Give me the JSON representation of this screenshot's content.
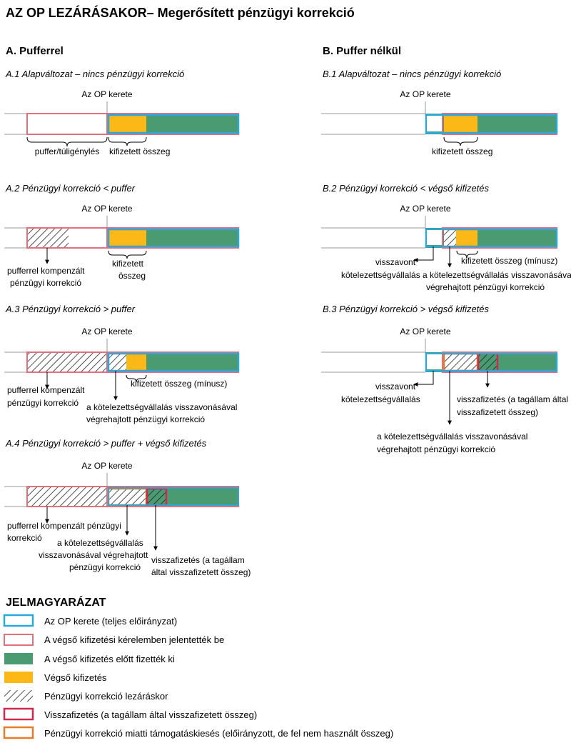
{
  "title": "AZ OP LEZÁRÁSAKOR– Megerősített pénzügyi korrekció",
  "colors": {
    "op_frame": "#29a9dc",
    "reported": "#e0707b",
    "paid_before": "#4a9a72",
    "final_payment": "#fcb816",
    "recovery": "#d0294e",
    "loss": "#e77b27",
    "axis": "#999999"
  },
  "section_a": {
    "heading": "A. Pufferrel",
    "a1": {
      "subtitle": "A.1 Alapváltozat – nincs pénzügyi korrekció",
      "frame_label": "Az OP kerete",
      "buffer_label": "puffer/túligénylés",
      "paid_label": "kifizetett összeg"
    },
    "a2": {
      "subtitle": "A.2 Pénzügyi korrekció < puffer",
      "frame_label": "Az OP kerete",
      "compensated_label": [
        "pufferrel kompenzált",
        "pénzügyi korrekció"
      ],
      "paid_label": [
        "kifizetett",
        "összeg"
      ]
    },
    "a3": {
      "subtitle": "A.3 Pénzügyi korrekció > puffer",
      "frame_label": "Az OP kerete",
      "compensated_label": [
        "pufferrel kompenzált",
        "pénzügyi korrekció"
      ],
      "paid_label": "kifizetett összeg (mínusz)",
      "withdrawal_correction_label": [
        "a kötelezettségvállalás visszavonásával",
        "végrehajtott pénzügyi korrekció"
      ]
    },
    "a4": {
      "subtitle": "A.4 Pénzügyi korrekció > puffer + végső kifizetés",
      "frame_label": "Az OP kerete",
      "compensated_label": [
        "pufferrel kompenzált pénzügyi",
        "korrekció"
      ],
      "withdrawal_correction_label": [
        "a kötelezettségvállalás",
        "visszavonásával végrehajtott",
        "pénzügyi korrekció"
      ],
      "repayment_label": [
        "visszafizetés (a tagállam",
        "által visszafizetett összeg)"
      ]
    }
  },
  "section_b": {
    "heading": "B. Puffer nélkül",
    "b1": {
      "subtitle": "B.1 Alapváltozat – nincs pénzügyi korrekció",
      "frame_label": "Az OP kerete",
      "paid_label": "kifizetett összeg"
    },
    "b2": {
      "subtitle": "B.2 Pénzügyi korrekció < végső kifizetés",
      "frame_label": "Az OP kerete",
      "withdrawn_label": [
        "visszavont",
        "kötelezettségvállalás"
      ],
      "paid_label": "kifizetett összeg (mínusz)",
      "withdrawal_correction_label": [
        "a kötelezettségvállalás visszavonásával",
        "végrehajtott pénzügyi korrekció"
      ]
    },
    "b3": {
      "subtitle": "B.3 Pénzügyi korrekció > végső kifizetés",
      "frame_label": "Az OP kerete",
      "withdrawn_label": [
        "visszavont",
        "kötelezettségvállalás"
      ],
      "repayment_label": [
        "visszafizetés (a tagállam által",
        "visszafizetett összeg)"
      ],
      "withdrawal_correction_label": [
        "a kötelezettségvállalás visszavonásával",
        "végrehajtott pénzügyi korrekció"
      ]
    }
  },
  "legend": {
    "heading": "JELMAGYARÁZAT",
    "items": [
      {
        "key": "op_frame",
        "label": "Az OP kerete (teljes előirányzat)"
      },
      {
        "key": "reported",
        "label": "A végső kifizetési kérelemben jelentették be"
      },
      {
        "key": "paid_before",
        "label": "A végső kifizetés előtt fizették ki"
      },
      {
        "key": "final_payment",
        "label": "Végső kifizetés"
      },
      {
        "key": "hatch",
        "label": "Pénzügyi korrekció lezáráskor"
      },
      {
        "key": "recovery",
        "label": "Visszafizetés (a tagállam által visszafizetett összeg)"
      },
      {
        "key": "loss",
        "label": "Pénzügyi korrekció miatti támogatáskiesés (előirányzott, de fel nem használt összeg)"
      }
    ]
  }
}
